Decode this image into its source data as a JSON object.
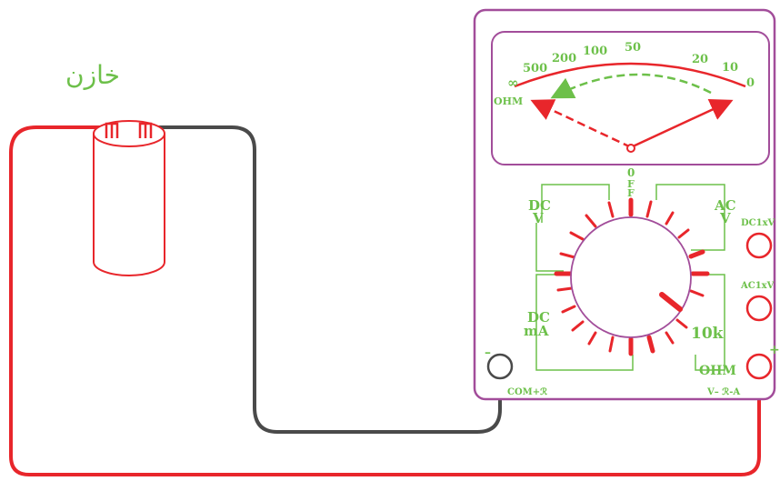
{
  "capacitor": {
    "label": "خازن"
  },
  "meter": {
    "scale_ticks": [
      "∞",
      "500",
      "200",
      "100",
      "50",
      "20",
      "10",
      "0"
    ],
    "scale_unit": "OHM",
    "selector": {
      "off_label": "0\nF\nF",
      "dcv_label": [
        "DC",
        "V"
      ],
      "acv_label": [
        "AC",
        "V"
      ],
      "dcma_label": [
        "DC",
        "mA"
      ],
      "ohm_label": "OHM",
      "selected_range": "10k"
    },
    "jacks": {
      "dc1xv": "DC1xV",
      "ac1xv": "AC1xV",
      "com": "COM+ℛ",
      "vohm": "V– ℛ-A",
      "minus": "–",
      "plus": "+"
    }
  },
  "colors": {
    "red": "#e8262b",
    "dark": "#4a4a4a",
    "green": "#6dc04a",
    "purple": "#a24d9a"
  }
}
